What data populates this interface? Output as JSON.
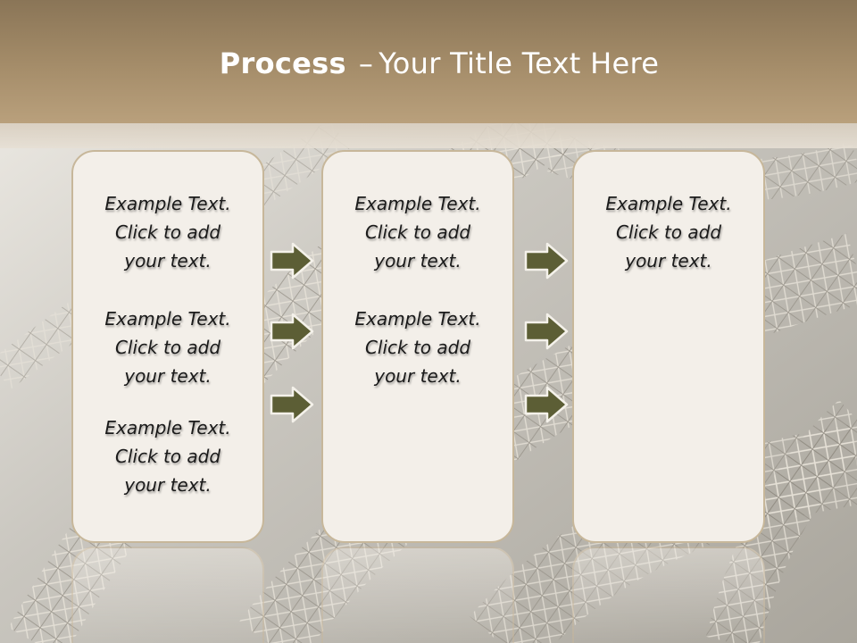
{
  "slide": {
    "title_bold": "Process",
    "title_sep": "–",
    "title_rest": "Your Title Text Here"
  },
  "columns": [
    {
      "blocks": [
        {
          "line1": "Example Text.",
          "line2": "Click  to add",
          "line3": "your text."
        },
        {
          "line1": "Example Text.",
          "line2": "Click  to add",
          "line3": "your text."
        },
        {
          "line1": "Example Text.",
          "line2": "Click  to add",
          "line3": "your text."
        }
      ]
    },
    {
      "blocks": [
        {
          "line1": "Example Text.",
          "line2": "Click  to add",
          "line3": "your text."
        },
        {
          "line1": "Example Text.",
          "line2": "Click  to add",
          "line3": "your text."
        }
      ]
    },
    {
      "blocks": [
        {
          "line1": "Example Text.",
          "line2": "Click  to add",
          "line3": "your text."
        }
      ]
    }
  ],
  "colors": {
    "header": "#a38b68",
    "box_fill": "#f3efe9",
    "box_border": "#c7b79a",
    "arrow_fill": "#5c5e35",
    "arrow_stroke": "#f4f1ea"
  }
}
